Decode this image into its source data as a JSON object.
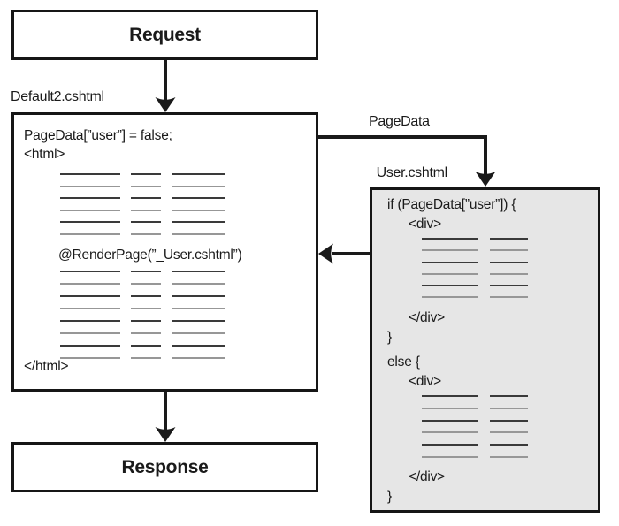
{
  "request_box": {
    "label": "Request"
  },
  "response_box": {
    "label": "Response"
  },
  "default_page": {
    "title": "Default2.cshtml",
    "assignment_line": "PageData[”user”] = false;",
    "html_open": "<html>",
    "render_call": "@RenderPage(”_User.cshtml”)",
    "html_close": "</html>"
  },
  "user_page": {
    "title": "_User.cshtml",
    "if_line": "if (PageData[”user”]) {",
    "div_open": "<div>",
    "div_close": "</div>",
    "closing_brace": "}",
    "else_line": "else {",
    "div_open_else": "<div>",
    "div_close_else": "</div>",
    "closing_brace_else": "}"
  },
  "connector_labels": {
    "pagedata": "PageData"
  },
  "colors": {
    "border": "#161616",
    "arrow": "#1a1a1a",
    "user_box_fill": "#e6e6e6",
    "placeholder_line_dark": "#3a3a3a",
    "placeholder_line_light": "#979797",
    "background": "#ffffff"
  }
}
